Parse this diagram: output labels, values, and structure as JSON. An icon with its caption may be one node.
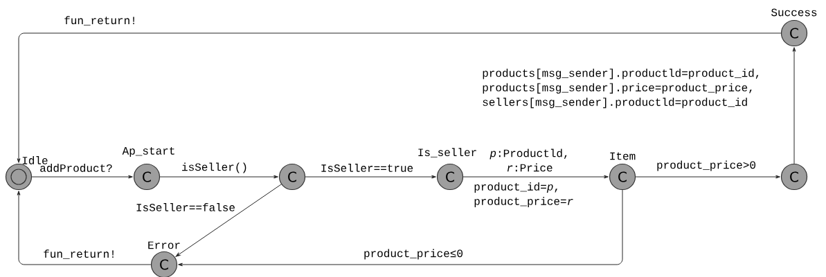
{
  "diagram": {
    "nodes": [
      {
        "text": [
          "Idle"
        ]
      },
      {
        "text": [
          "Ap_start",
          "C"
        ]
      },
      {
        "text": [
          "C"
        ]
      },
      {
        "text": [
          "Is_seller",
          "C"
        ]
      },
      {
        "text": [
          "Item",
          "C"
        ]
      },
      {
        "text": [
          "C"
        ]
      },
      {
        "text": [
          "Success",
          "C"
        ]
      },
      {
        "text": [
          "Error",
          "C"
        ]
      }
    ],
    "edges": [
      {
        "from": 0,
        "to": 1,
        "arrow": "to",
        "label": "addProduct?"
      },
      {
        "from": 1,
        "to": 2,
        "arrow": "to",
        "label": "isSeller()"
      },
      {
        "from": 2,
        "to": 3,
        "arrow": "to",
        "label": "IsSeller==true"
      },
      {
        "from": 2,
        "to": 7,
        "arrow": "to",
        "label": "IsSeller==false"
      },
      {
        "from": 3,
        "to": 4,
        "arrow": "to",
        "label": "*p*:Productld, *r*:Price"
      },
      {
        "from": 4,
        "to": 5,
        "arrow": "to",
        "label": "product_price>0"
      },
      {
        "from": 5,
        "to": 6,
        "arrow": "to"
      },
      {
        "from": 6,
        "to": 0,
        "arrow": "to",
        "label": "fun_return!"
      },
      {
        "from": 4,
        "to": 7,
        "arrow": "to",
        "label": "product_price≤0"
      },
      {
        "from": 7,
        "to": 0,
        "arrow": "to",
        "label": "fun_return!"
      }
    ],
    "labels": [
      "product_id=*p*, product_price=*r*",
      "products[msg_sender].productld=product_id, products[msg_sender].price=product_price, sellers[msg_sender].productld=product_id"
    ]
  }
}
